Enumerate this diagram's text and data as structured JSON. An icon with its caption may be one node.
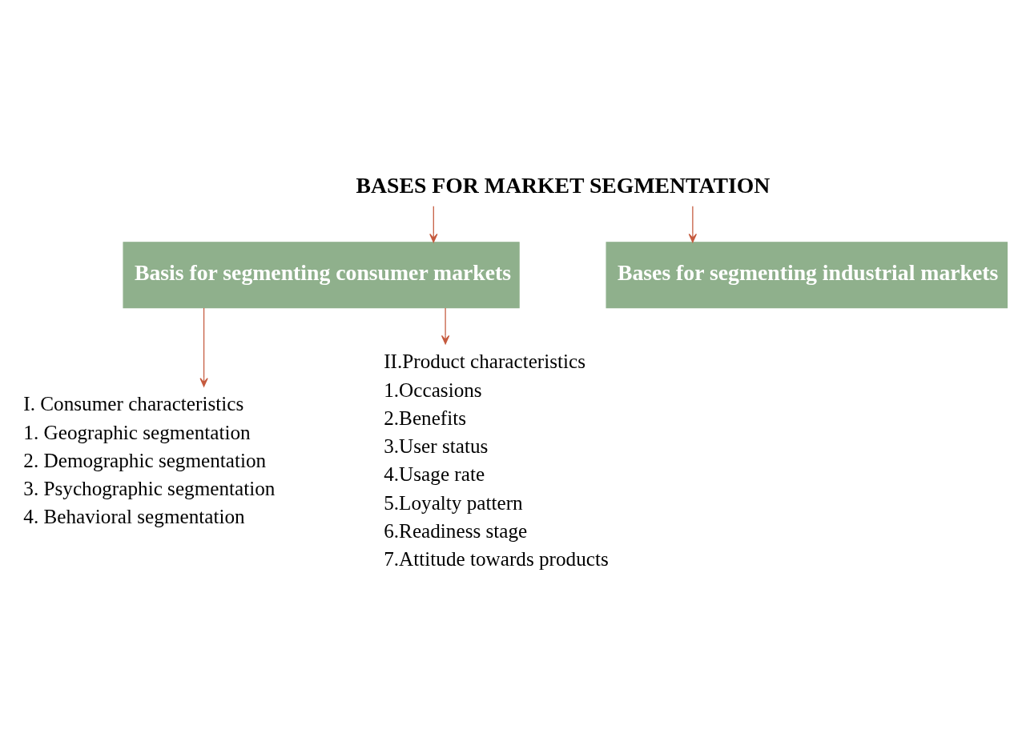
{
  "diagram": {
    "nodes": [
      {
        "text": [
          "BASES FOR MARKET SEGMENTATION"
        ]
      },
      {
        "text": [
          "Basis for segmenting consumer markets"
        ]
      },
      {
        "text": [
          "Bases for segmenting industrial markets"
        ]
      },
      {
        "text": [
          "I. Consumer characteristics",
          "1. Geographic segmentation",
          "2. Demographic segmentation",
          "3. Psychographic segmentation",
          "4. Behavioral segmentation"
        ]
      },
      {
        "text": [
          "II.Product characteristics",
          "1.Occasions",
          "2.Benefits",
          "3.User status",
          "4.Usage rate",
          "5.Loyalty pattern",
          "6.Readiness stage",
          "7.Attitude towards products"
        ]
      }
    ],
    "edges": [
      {
        "from": 0,
        "to": 1,
        "arrow": "to"
      },
      {
        "from": 0,
        "to": 2,
        "arrow": "to"
      },
      {
        "from": 1,
        "to": 3,
        "arrow": "to"
      },
      {
        "from": 1,
        "to": 4,
        "arrow": "to"
      }
    ]
  }
}
